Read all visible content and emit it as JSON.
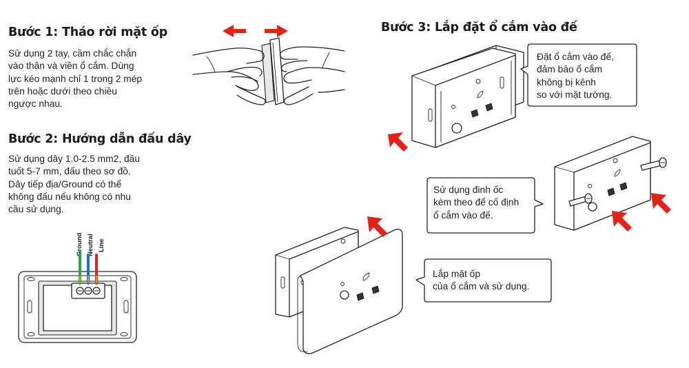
{
  "step1": {
    "title": "Bước 1: Tháo rời mặt ốp",
    "lines": [
      "Sử dụng 2 tay, cầm chắc chắn",
      "vào thân và viền ổ cắm. Dùng",
      "lực kéo mạnh chỉ 1 trong 2 mép",
      "trên hoặc dưới theo chiều",
      "ngược nhau."
    ]
  },
  "step2": {
    "title": "Bước 2: Hướng dẫn đấu dây",
    "lines": [
      "Sử dụng dây 1.0-2.5 mm2, đầu",
      "tuốt 5-7 mm, đấu theo sơ đồ.",
      "Dây tiếp địa/Ground có thể",
      "không đấu nếu không có nhu",
      "cầu sử dụng."
    ],
    "wires": {
      "ground": "Ground",
      "neutral": "Neutral",
      "line": "Line"
    }
  },
  "step3": {
    "title": "Bước 3: Lắp đặt ổ cắm vào đế",
    "callout1": [
      "Đặt ổ cắm vào đế,",
      "đảm bảo ổ cắm",
      "không bị kênh",
      "so với mặt tường."
    ],
    "callout2": [
      "Sử dụng đinh ốc",
      "kèm theo để cố định",
      "ổ cắm vào đế."
    ],
    "callout3": [
      "Lắp mặt ốp",
      "của ổ cắm và sử dụng."
    ]
  },
  "colors": {
    "arrow": "#e2231a",
    "ground_wire": "#2e9f4a",
    "neutral_wire": "#1f6fc2",
    "line_wire": "#d8262b"
  }
}
